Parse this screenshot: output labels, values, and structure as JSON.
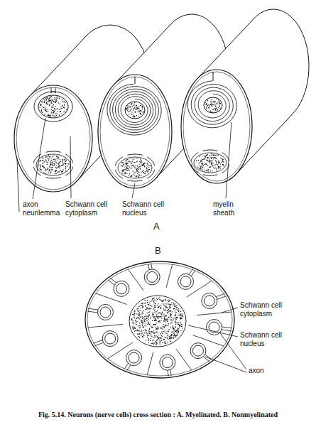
{
  "diagram": {
    "caption": "Fig. 5.14. Neurons (nerve cells) cross section : A. Myelinated. B. Nonmyelinated",
    "labels": [
      "axon",
      "neurilemma",
      "Schwann cell cytoplasm",
      "Schwann cell nucleus",
      "myelin sheath",
      "A",
      "B",
      "Schwann cell cytoplasm",
      "Schwann cell nucleus",
      "axon"
    ]
  }
}
